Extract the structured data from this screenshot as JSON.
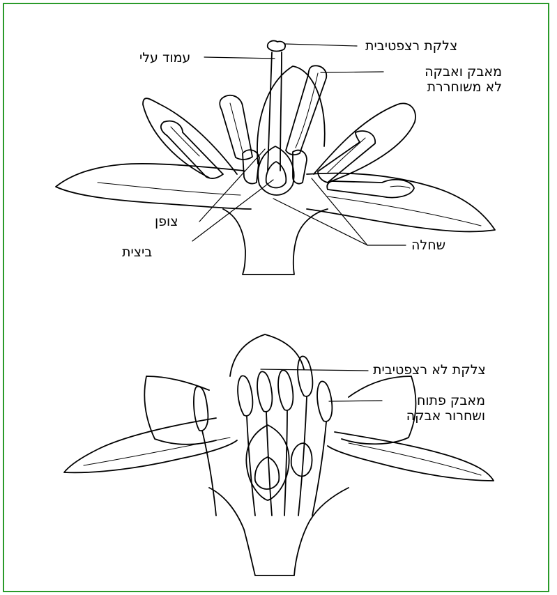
{
  "border_color": "#2a9a2a",
  "line_color": "#000000",
  "top_flower": {
    "labels": {
      "receptive_stigma": "צלקת רצפטיבית",
      "style": "עמוד עלי",
      "anther_not_releasing": "מאבק ואבקה\nלא משוחררת",
      "nectary": "צופן",
      "ovule": "ביצית",
      "ovary": "שחלה"
    }
  },
  "bottom_flower": {
    "labels": {
      "non_receptive_stigma": "צלקת לא רצפטיבית",
      "open_anther_pollen_release": "מאבק פתוח\nושחרור אבקה"
    }
  }
}
